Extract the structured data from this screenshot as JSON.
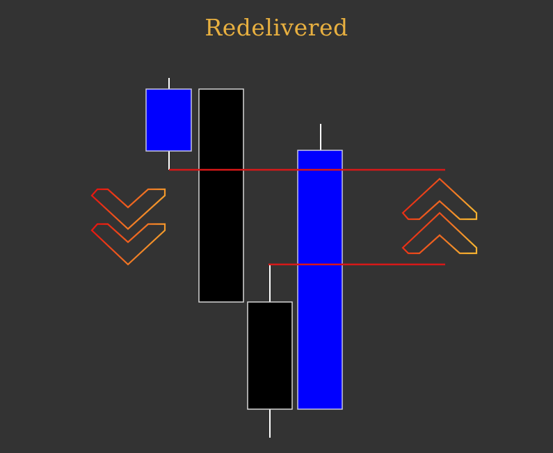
{
  "watermark_text": "",
  "title": "Redelivered",
  "colors": {
    "background": "#333333",
    "title": "#e8b040",
    "bullish_candle": "#0000ff",
    "bearish_candle": "#000000",
    "candle_outline": "#ffffff",
    "level_line": "#d81818",
    "chevron_gradient_start": "#e81810",
    "chevron_gradient_end": "#f5b030"
  },
  "candles": [
    {
      "name": "candle-1-bullish",
      "direction": "up"
    },
    {
      "name": "candle-2-bearish",
      "direction": "down"
    },
    {
      "name": "candle-3-bearish",
      "direction": "down"
    },
    {
      "name": "candle-4-bullish",
      "direction": "up"
    }
  ],
  "icons": {
    "left": "double-chevron-down-icon",
    "right": "double-chevron-up-icon"
  }
}
